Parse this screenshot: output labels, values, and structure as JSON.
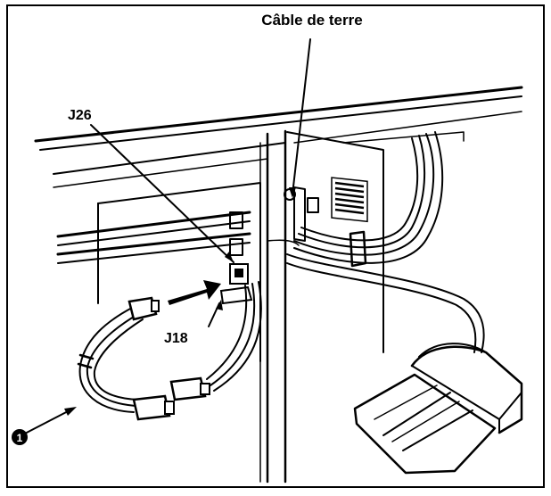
{
  "figure": {
    "labels": {
      "ground_cable": "Câble de terre",
      "j26": "J26",
      "j18": "J18",
      "callout_1": "1"
    }
  }
}
